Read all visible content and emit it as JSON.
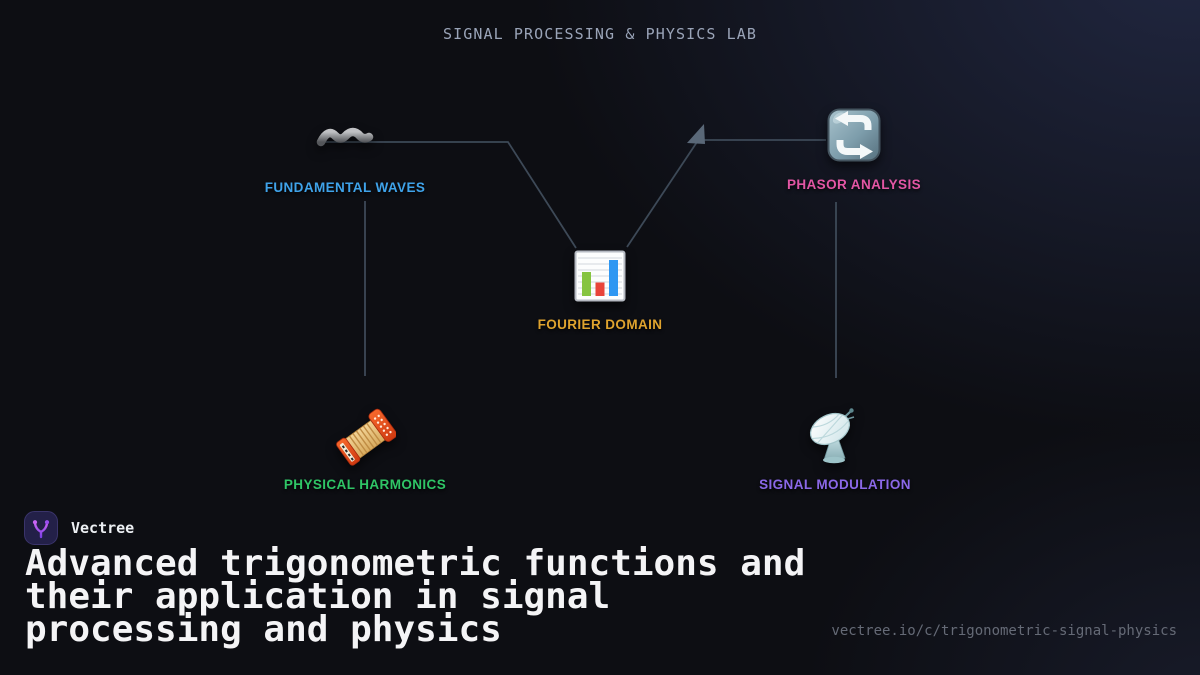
{
  "header": {
    "title": "SIGNAL PROCESSING & PHYSICS LAB"
  },
  "diagram": {
    "nodes": [
      {
        "id": "fundamental-waves",
        "label": "FUNDAMENTAL WAVES",
        "icon": "wavy-dash-icon",
        "color": "#3fa3ea"
      },
      {
        "id": "phasor-analysis",
        "label": "PHASOR ANALYSIS",
        "icon": "counterclockwise-arrows-icon",
        "color": "#e356a4"
      },
      {
        "id": "fourier-domain",
        "label": "FOURIER DOMAIN",
        "icon": "bar-chart-icon",
        "color": "#dfa32e"
      },
      {
        "id": "physical-harmonics",
        "label": "PHYSICAL HARMONICS",
        "icon": "accordion-icon",
        "color": "#2fc566"
      },
      {
        "id": "signal-modulation",
        "label": "SIGNAL MODULATION",
        "icon": "satellite-antenna-icon",
        "color": "#8b68e8"
      }
    ],
    "edges": [
      {
        "from": "fundamental-waves",
        "to": "fourier-domain",
        "arrow": false
      },
      {
        "from": "fourier-domain",
        "to": "phasor-analysis",
        "arrow": true
      },
      {
        "from": "fundamental-waves",
        "to": "physical-harmonics",
        "arrow": false
      },
      {
        "from": "phasor-analysis",
        "to": "signal-modulation",
        "arrow": false
      }
    ]
  },
  "footer": {
    "brand_name": "Vectree",
    "headline_lines": [
      "Advanced trigonometric functions and",
      "their application in signal",
      "processing and physics"
    ],
    "url": "vectree.io/c/trigonometric-signal-physics"
  },
  "colors": {
    "background": "#0d0e13",
    "background_glow": "#242b48",
    "title_text": "#9aa4b8",
    "connector_line": "#3d4957",
    "arrowhead": "#5a6878",
    "headline_text": "#f4f4f6",
    "url_text": "#656a76",
    "brand_logo_purple": "#a855f7"
  }
}
